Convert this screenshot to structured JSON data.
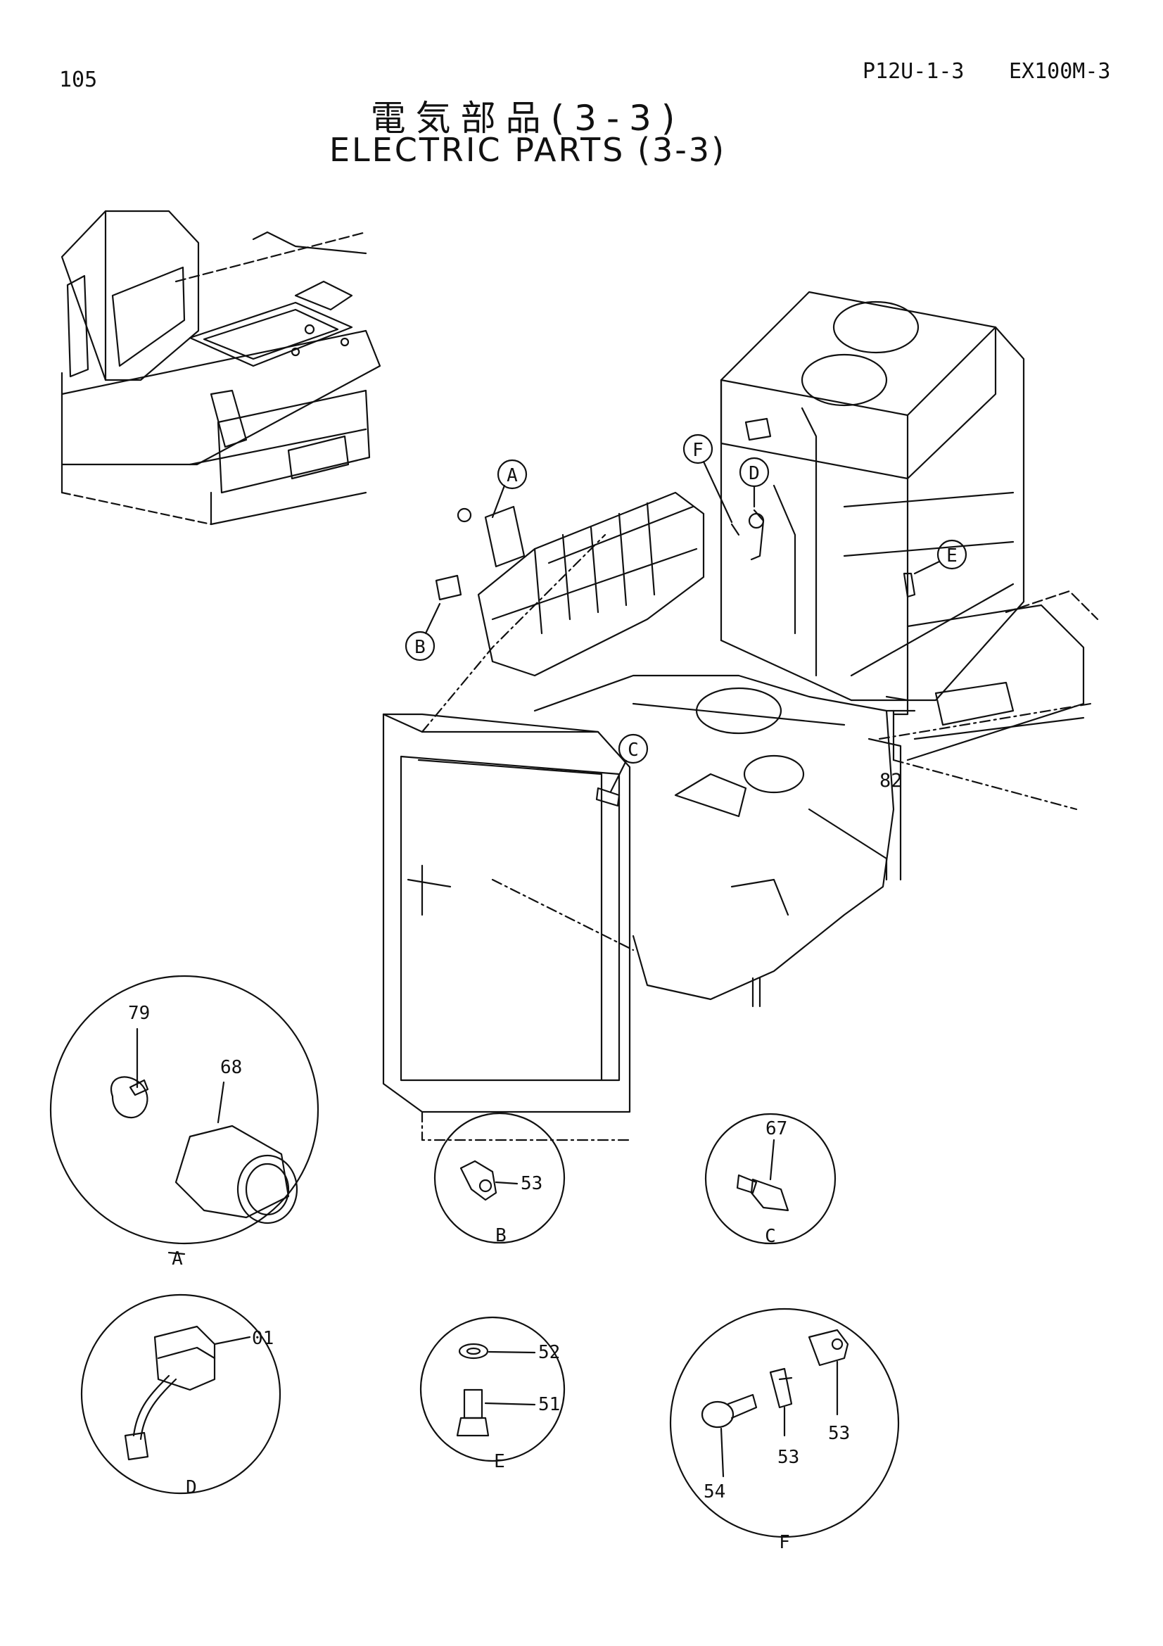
{
  "header": {
    "page_number": "105",
    "catalog_code": "P12U-1-3",
    "model_code": "EX100M-3",
    "title_jp": "電気部品(3-3)",
    "title_en": "ELECTRIC PARTS (3-3)"
  },
  "callouts": {
    "a": "A",
    "b": "B",
    "c": "C",
    "d": "D",
    "e": "E",
    "f": "F"
  },
  "part_numbers": {
    "p82": "82",
    "p79": "79",
    "p68": "68",
    "p53_b": "53",
    "p67": "67",
    "p01": "01",
    "p52": "52",
    "p51": "51",
    "p54": "54",
    "p53_f1": "53",
    "p53_f2": "53"
  },
  "detail_labels": {
    "a": "A",
    "b": "B",
    "c": "C",
    "d": "D",
    "e": "E",
    "f": "F"
  }
}
